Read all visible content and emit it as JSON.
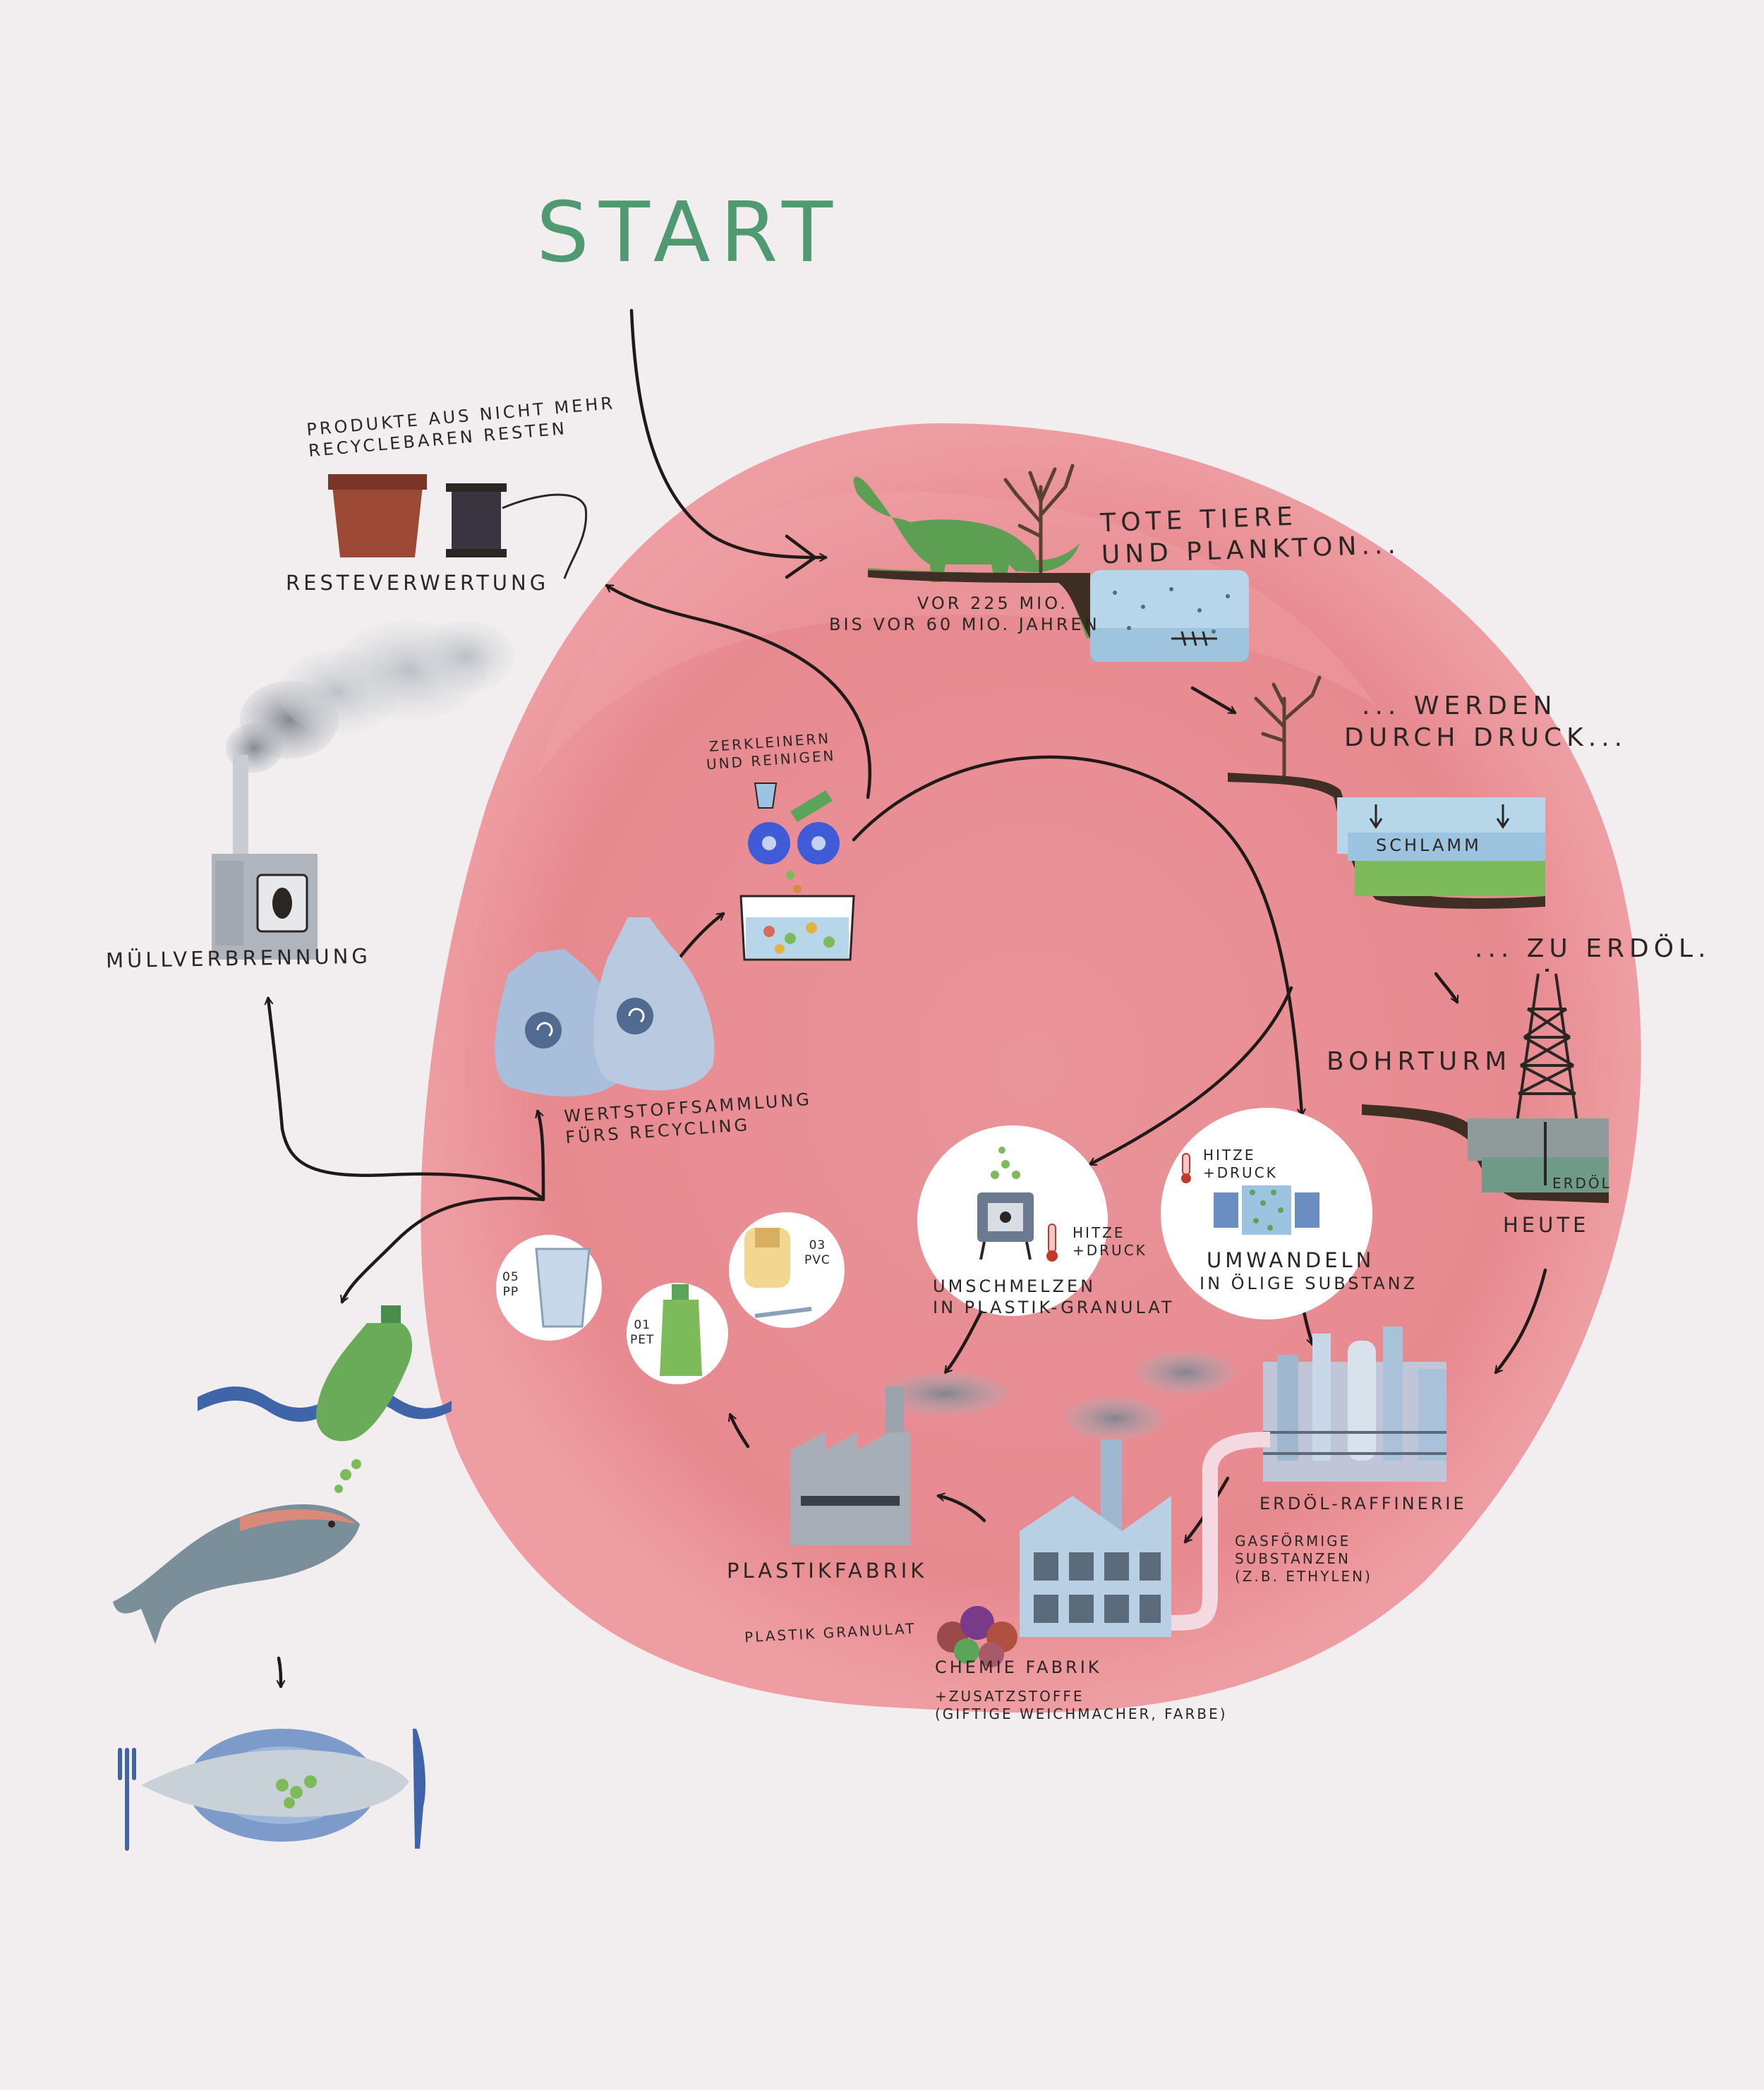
{
  "title": "START",
  "labels": {
    "reste_products_1": "PRODUKTE AUS NICHT MEHR",
    "reste_products_2": "RECYCLEBAREN RESTEN",
    "resteverwertung": "RESTEVERWERTUNG",
    "tote_1": "TOTE TIERE",
    "tote_2": "UND PLANKTON...",
    "vor_1": "VOR 225 MIO.",
    "vor_2": "BIS VOR 60 MIO. JAHREN",
    "werden_1": "... WERDEN",
    "werden_2": "DURCH DRUCK...",
    "schlamm": "SCHLAMM",
    "zu_erdoel": "... ZU ERDÖL.",
    "bohrturm": "BOHRTURM",
    "erdoel_small": "ERDÖL",
    "heute": "HEUTE",
    "zerkleinern_1": "ZERKLEINERN",
    "zerkleinern_2": "UND REINIGEN",
    "muellverbrennung": "MÜLLVERBRENNUNG",
    "wertstoff_1": "WERTSTOFFSAMMLUNG",
    "wertstoff_2": "FÜRS RECYCLING",
    "umschmelzen_1": "UMSCHMELZEN",
    "umschmelzen_2": "IN PLASTIK-GRANULAT",
    "hitze_1_a": "HITZE",
    "hitze_1_b": "+DRUCK",
    "hitze_2_a": "HITZE",
    "hitze_2_b": "+DRUCK",
    "umwandeln_1": "UMWANDELN",
    "umwandeln_2": "IN ÖLIGE SUBSTANZ",
    "raffinerie": "ERDÖL-RAFFINERIE",
    "gas_1": "GASFÖRMIGE",
    "gas_2": "SUBSTANZEN",
    "gas_3": "(Z.B. ETHYLEN)",
    "plastikfabrik": "PLASTIKFABRIK",
    "granulat": "PLASTIK GRANULAT",
    "chemiefabrik": "CHEMIE FABRIK",
    "zusatz_1": "+ZUSATZSTOFFE",
    "zusatz_2": "(GIFTIGE WEICHMACHER, FARBE)",
    "pp_code": "05",
    "pp_name": "PP",
    "pet_code": "01",
    "pet_name": "PET",
    "pvc_code": "03",
    "pvc_name": "PVC"
  },
  "colors": {
    "background": "#f2eeef",
    "circle": "#e88a8f",
    "title_green": "#4f9a70",
    "ink": "#2b2624",
    "water_blue": "#9cc3e0",
    "grass_green": "#5aa55a",
    "earth_brown": "#5a4030",
    "factory_blue": "#b9cfe4",
    "smoke_grey": "#8a8f9a"
  }
}
